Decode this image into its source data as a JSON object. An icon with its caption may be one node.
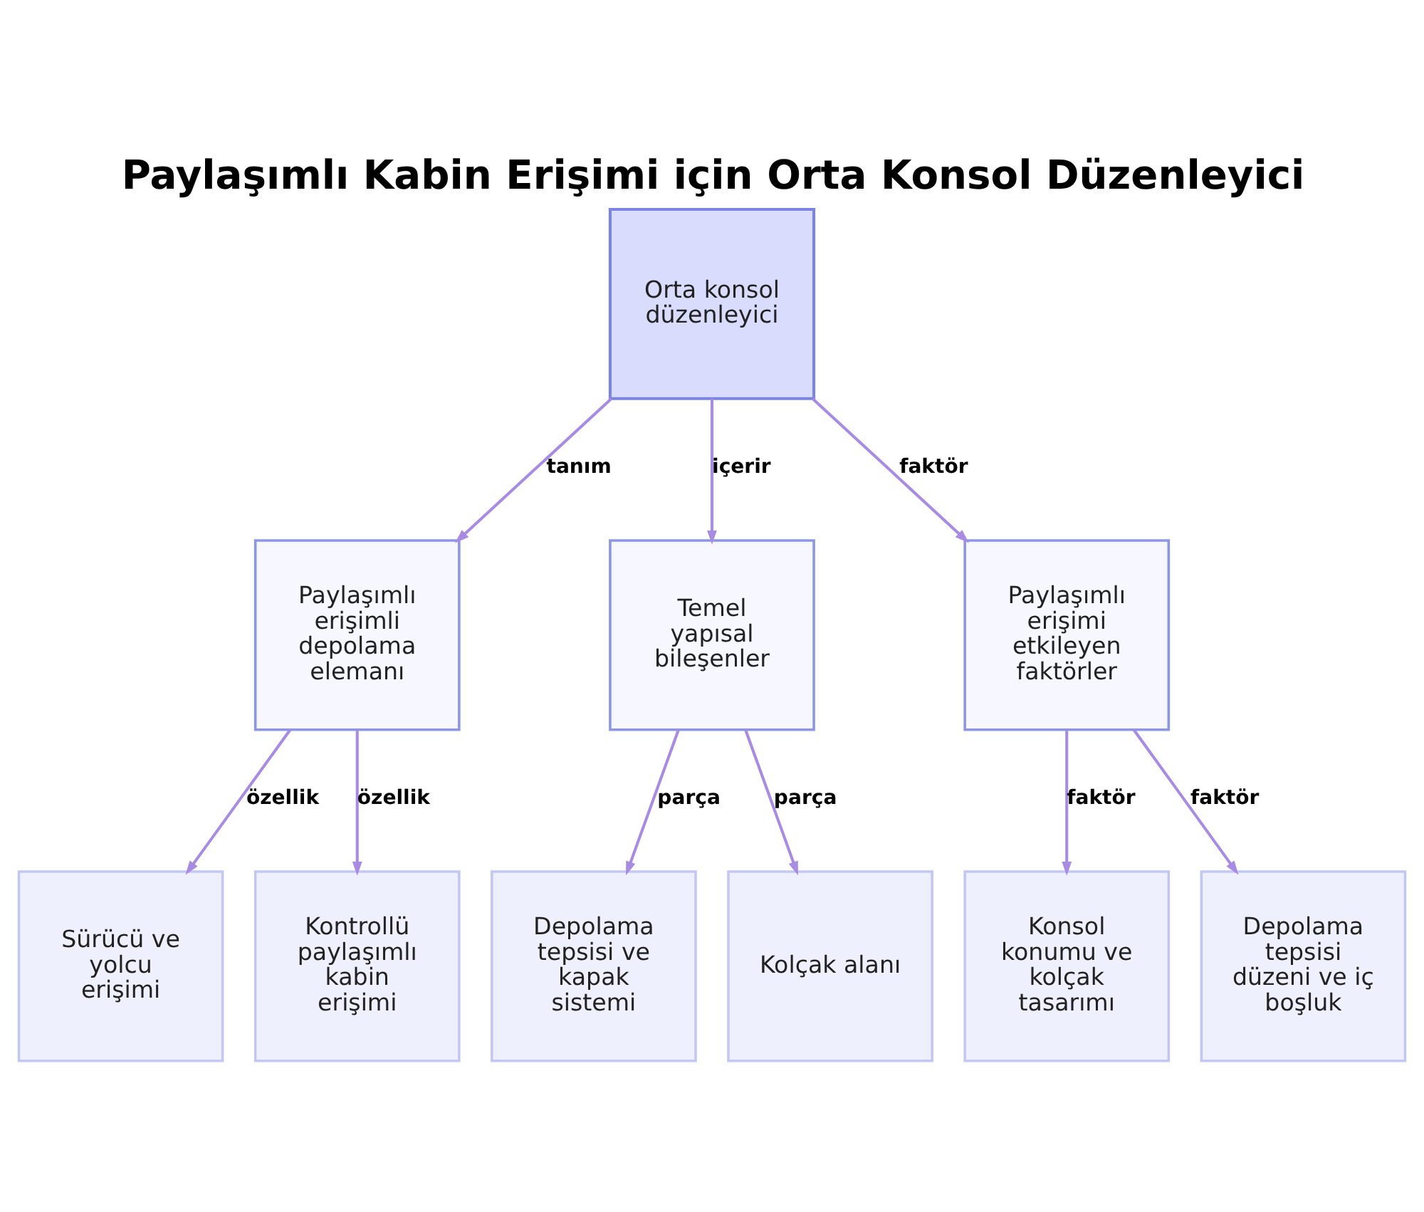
{
  "diagram": {
    "title": "Paylaşımlı Kabin Erişimi için Orta Konsol Düzenleyici",
    "nodes": [
      {
        "text": [
          "Orta konsol düzenleyici"
        ]
      },
      {
        "text": [
          "Paylaşımlı erişimli depolama elemanı"
        ]
      },
      {
        "text": [
          "Temel yapısal bileşenler"
        ]
      },
      {
        "text": [
          "Paylaşımlı erişimi etkileyen faktörler"
        ]
      },
      {
        "text": [
          "Sürücü ve yolcu erişimi"
        ]
      },
      {
        "text": [
          "Kontrollü paylaşımlı kabin erişimi"
        ]
      },
      {
        "text": [
          "Depolama tepsisi ve kapak sistemi"
        ]
      },
      {
        "text": [
          "Kolçak alanı"
        ]
      },
      {
        "text": [
          "Konsol konumu ve kolçak tasarımı"
        ]
      },
      {
        "text": [
          "Depolama tepsisi düzeni ve iç boşluk"
        ]
      }
    ],
    "edges": [
      {
        "from": 0,
        "to": 1,
        "arrow": "to",
        "label": "tanım"
      },
      {
        "from": 0,
        "to": 2,
        "arrow": "to",
        "label": "içerir"
      },
      {
        "from": 0,
        "to": 3,
        "arrow": "to",
        "label": "faktör"
      },
      {
        "from": 1,
        "to": 4,
        "arrow": "to",
        "label": "özellik"
      },
      {
        "from": 1,
        "to": 5,
        "arrow": "to",
        "label": "özellik"
      },
      {
        "from": 2,
        "to": 6,
        "arrow": "to",
        "label": "parça"
      },
      {
        "from": 2,
        "to": 7,
        "arrow": "to",
        "label": "parça"
      },
      {
        "from": 3,
        "to": 8,
        "arrow": "to",
        "label": "faktör"
      },
      {
        "from": 3,
        "to": 9,
        "arrow": "to",
        "label": "faktör"
      }
    ]
  }
}
